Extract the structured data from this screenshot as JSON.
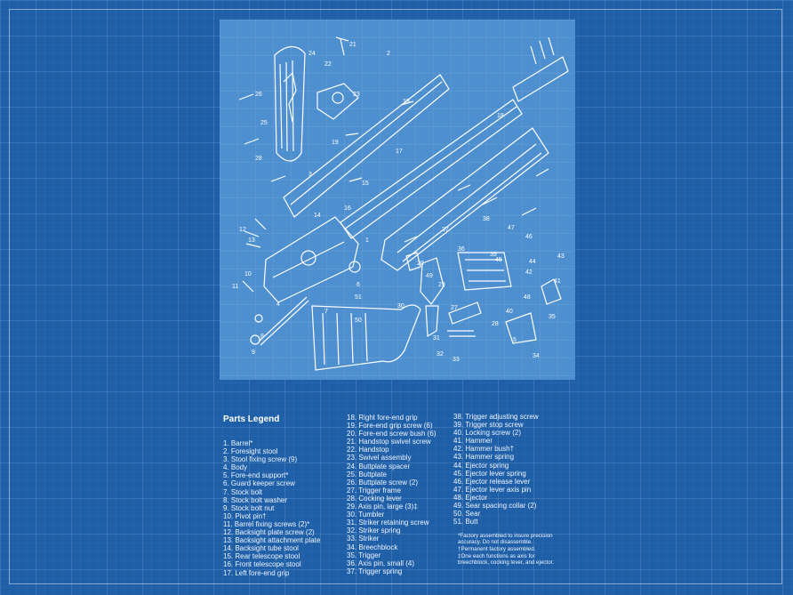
{
  "legend": {
    "title": "Parts Legend",
    "column1": [
      "1. Barrel*",
      "2. Foresight stool",
      "3. Stool fixing screw (9)",
      "4. Body",
      "5. Fore-end support*",
      "6. Guard keeper screw",
      "7. Stock bolt",
      "8. Stock bolt washer",
      "9. Stock bolt nut",
      "10. Pivot pin†",
      "11. Barrel fixing screws (2)*",
      "12. Backsight plate screw (2)",
      "13. Backsight attachment plate",
      "14. Backsight tube stool",
      "15. Rear telescope stool",
      "16. Front telescope stool",
      "17. Left fore-end grip"
    ],
    "column2": [
      "18. Right fore-end grip",
      "19. Fore-end grip screw (6)",
      "20. Fore-end screw bush (6)",
      "21. Handstop swivel screw",
      "22. Handstop",
      "23. Swivel assembly",
      "24. Buttplate spacer",
      "25. Buttplate",
      "26. Buttplate screw (2)",
      "27. Trigger frame",
      "28. Cocking lever",
      "29. Axis pin, large (3)‡",
      "30. Tumbler",
      "31. Striker retaining screw",
      "32. Striker spring",
      "33. Striker",
      "34. Breechblock",
      "35. Trigger",
      "36. Axis pin, small (4)",
      "37. Trigger spring"
    ],
    "column3": [
      "38. Trigger adjusting screw",
      "39. Trigger stop screw",
      "40. Locking screw (2)",
      "41. Hammer",
      "42. Hammer bush†",
      "43. Hammer spring",
      "44. Ejector spring",
      "45. Ejector lever spring",
      "46. Ejector release lever",
      "47. Ejector lever axis pin",
      "48. Ejector",
      "49. Sear spacing collar (2)",
      "50. Sear",
      "51. Butt"
    ],
    "notes": [
      "*Factory assembled to insure precision accuracy. Do not disassemble.",
      "†Permanent factory assembled.",
      "‡One each functions as axis for breechblock, cocking lever, and ejector."
    ]
  },
  "diagram": {
    "callouts": [
      "1",
      "2",
      "3",
      "4",
      "5",
      "6",
      "7",
      "8",
      "9",
      "10",
      "11",
      "12",
      "13",
      "14",
      "15",
      "16",
      "17",
      "18",
      "19",
      "20",
      "21",
      "22",
      "23",
      "24",
      "25",
      "26",
      "27",
      "28",
      "29",
      "30",
      "31",
      "32",
      "33",
      "34",
      "35",
      "36",
      "37",
      "38",
      "39",
      "40",
      "41",
      "42",
      "43",
      "44",
      "45",
      "46",
      "47",
      "48",
      "49",
      "50",
      "51"
    ]
  },
  "colors": {
    "background": "#1e5fa8",
    "plate": "#4e8fd0",
    "ink": "#ffffff"
  }
}
